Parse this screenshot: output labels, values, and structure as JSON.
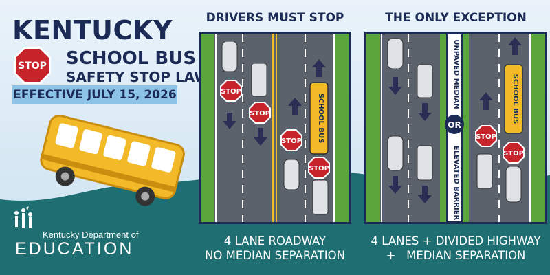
{
  "header": {
    "title": "KENTUCKY",
    "subtitle1": "SCHOOL BUS",
    "subtitle2": "SAFETY STOP LAW",
    "effective": "EFFECTIVE JULY 15, 2026"
  },
  "logo": {
    "org_line1": "Kentucky Department of",
    "org_line2": "EDUCATION"
  },
  "stop_label": "STOP",
  "bus_label": "SCHOOL BUS",
  "left_panel": {
    "title": "DRIVERS MUST STOP",
    "caption_line1": "4 LANE ROADWAY",
    "caption_line2": "NO MEDIAN SEPARATION"
  },
  "right_panel": {
    "title": "THE ONLY EXCEPTION",
    "median_top": "UNPAVED MEDIAN",
    "median_or": "OR",
    "median_bottom": "ELEVATED BARRIER",
    "caption_line1": "4 LANES + DIVIDED HIGHWAY",
    "caption_line2": "+   MEDIAN SEPARATION"
  },
  "colors": {
    "navy": "#1c2a56",
    "teal": "#1e6e72",
    "stop_red": "#c8242c",
    "bus_yellow": "#f2b928",
    "road": "#5b626c",
    "grass": "#5aa63a"
  }
}
